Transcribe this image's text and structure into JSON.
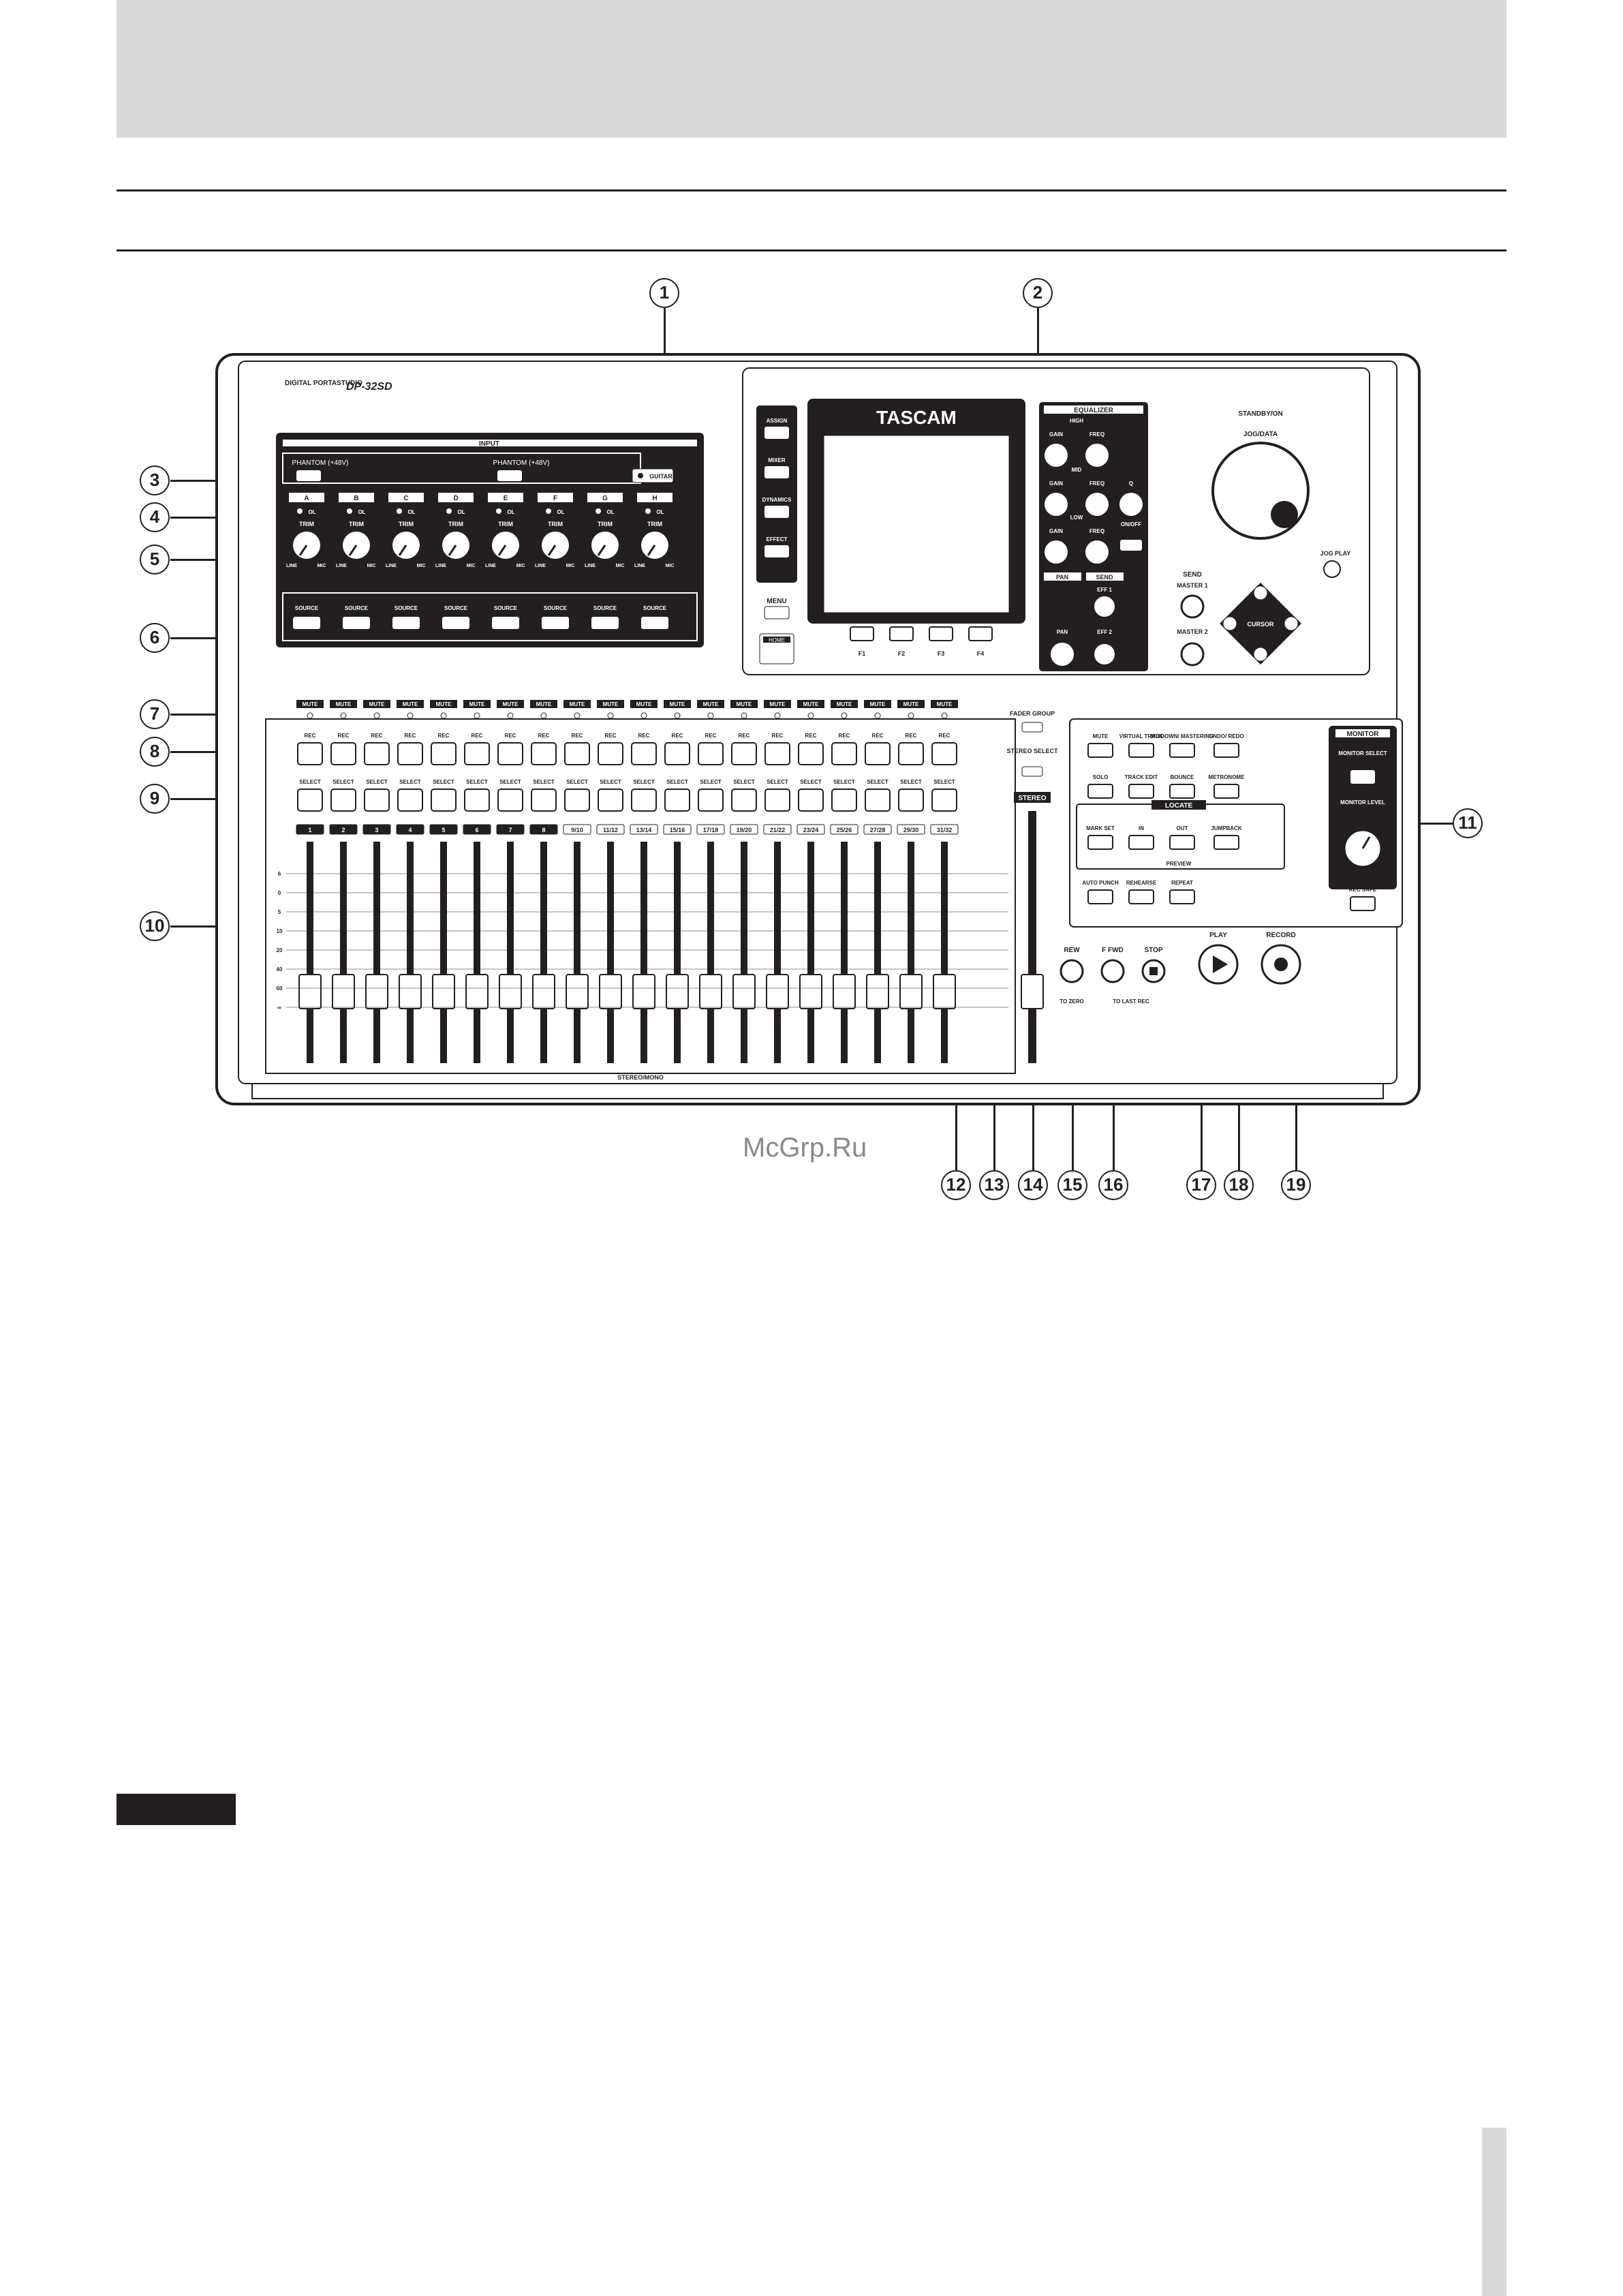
{
  "header": {
    "band_color": "#d9d9d9"
  },
  "watermark": "McGrp.Ru",
  "callouts": {
    "c1": "1",
    "c2": "2",
    "c3": "3",
    "c4": "4",
    "c5": "5",
    "c6": "6",
    "c7": "7",
    "c8": "8",
    "c9": "9",
    "c10": "10",
    "c11": "11",
    "c12": "12",
    "c13": "13",
    "c14": "14",
    "c15": "15",
    "c16": "16",
    "c17": "17",
    "c18": "18",
    "c19": "19"
  },
  "device": {
    "brand_small": "DIGITAL PORTASTUDIO",
    "model": "DP-32SD",
    "logo": "TASCAM",
    "standby": "STANDBY/ON",
    "jog_data": "JOG/DATA",
    "jog_play": "JOG PLAY",
    "cursor": "CURSOR",
    "input": {
      "title": "INPUT",
      "phantom_left": "PHANTOM (+48V)",
      "phantom_right": "PHANTOM (+48V)",
      "guitar": "GUITAR",
      "channels": [
        "A",
        "B",
        "C",
        "D",
        "E",
        "F",
        "G",
        "H"
      ],
      "ol": "OL",
      "trim": "TRIM",
      "line": "LINE",
      "mic": "MIC",
      "source": "SOURCE"
    },
    "left_buttons": [
      "ASSIGN",
      "MIXER",
      "DYNAMICS",
      "EFFECT"
    ],
    "menu": "MENU",
    "home": "HOME",
    "fkeys": [
      "F1",
      "F2",
      "F3",
      "F4"
    ],
    "equalizer": {
      "title": "EQUALIZER",
      "high": "HIGH",
      "mid": "MID",
      "low": "LOW",
      "gain": "GAIN",
      "freq": "FREQ",
      "q": "Q",
      "onoff": "ON/OFF"
    },
    "pan_title": "PAN",
    "pan": "PAN",
    "send_title": "SEND",
    "send_title2": "SEND",
    "eff1": "EFF 1",
    "eff2": "EFF 2",
    "master1": "MASTER 1",
    "master2": "MASTER 2",
    "mute": "MUTE",
    "rec": "REC",
    "select": "SELECT",
    "track_labels": [
      "1",
      "2",
      "3",
      "4",
      "5",
      "6",
      "7",
      "8",
      "9/10",
      "11/12",
      "13/14",
      "15/16",
      "17/18",
      "19/20",
      "21/22",
      "23/24",
      "25/26",
      "27/28",
      "29/30",
      "31/32"
    ],
    "fader_scale": [
      "6",
      "0",
      "5",
      "10",
      "20",
      "40",
      "60",
      "∞"
    ],
    "stereo_mono": "STEREO/MONO",
    "fader_group": "FADER GROUP",
    "stereo_select": "STEREO SELECT",
    "stereo": "STEREO",
    "control": {
      "mute": "MUTE",
      "virtual_track": "VIRTUAL TRACK",
      "mixdown": "MIXDOWN/ MASTERING",
      "undo": "UNDO/ REDO",
      "solo": "SOLO",
      "track_edit": "TRACK EDIT",
      "bounce": "BOUNCE",
      "metronome": "METRONOME",
      "locate": "LOCATE",
      "mark_set": "MARK SET",
      "in": "IN",
      "out": "OUT",
      "jumpback": "JUMPBACK",
      "preview": "PREVIEW",
      "auto_punch": "AUTO PUNCH",
      "rehearse": "REHEARSE",
      "repeat": "REPEAT",
      "rec_safe": "REC SAFE",
      "monitor": "MONITOR",
      "monitor_select": "MONITOR SELECT",
      "monitor_level": "MONITOR LEVEL"
    },
    "transport": {
      "rew": "REW",
      "ffwd": "F FWD",
      "stop": "STOP",
      "play": "PLAY",
      "record": "RECORD",
      "to_zero": "TO ZERO",
      "to_last_rec": "TO LAST REC"
    }
  }
}
